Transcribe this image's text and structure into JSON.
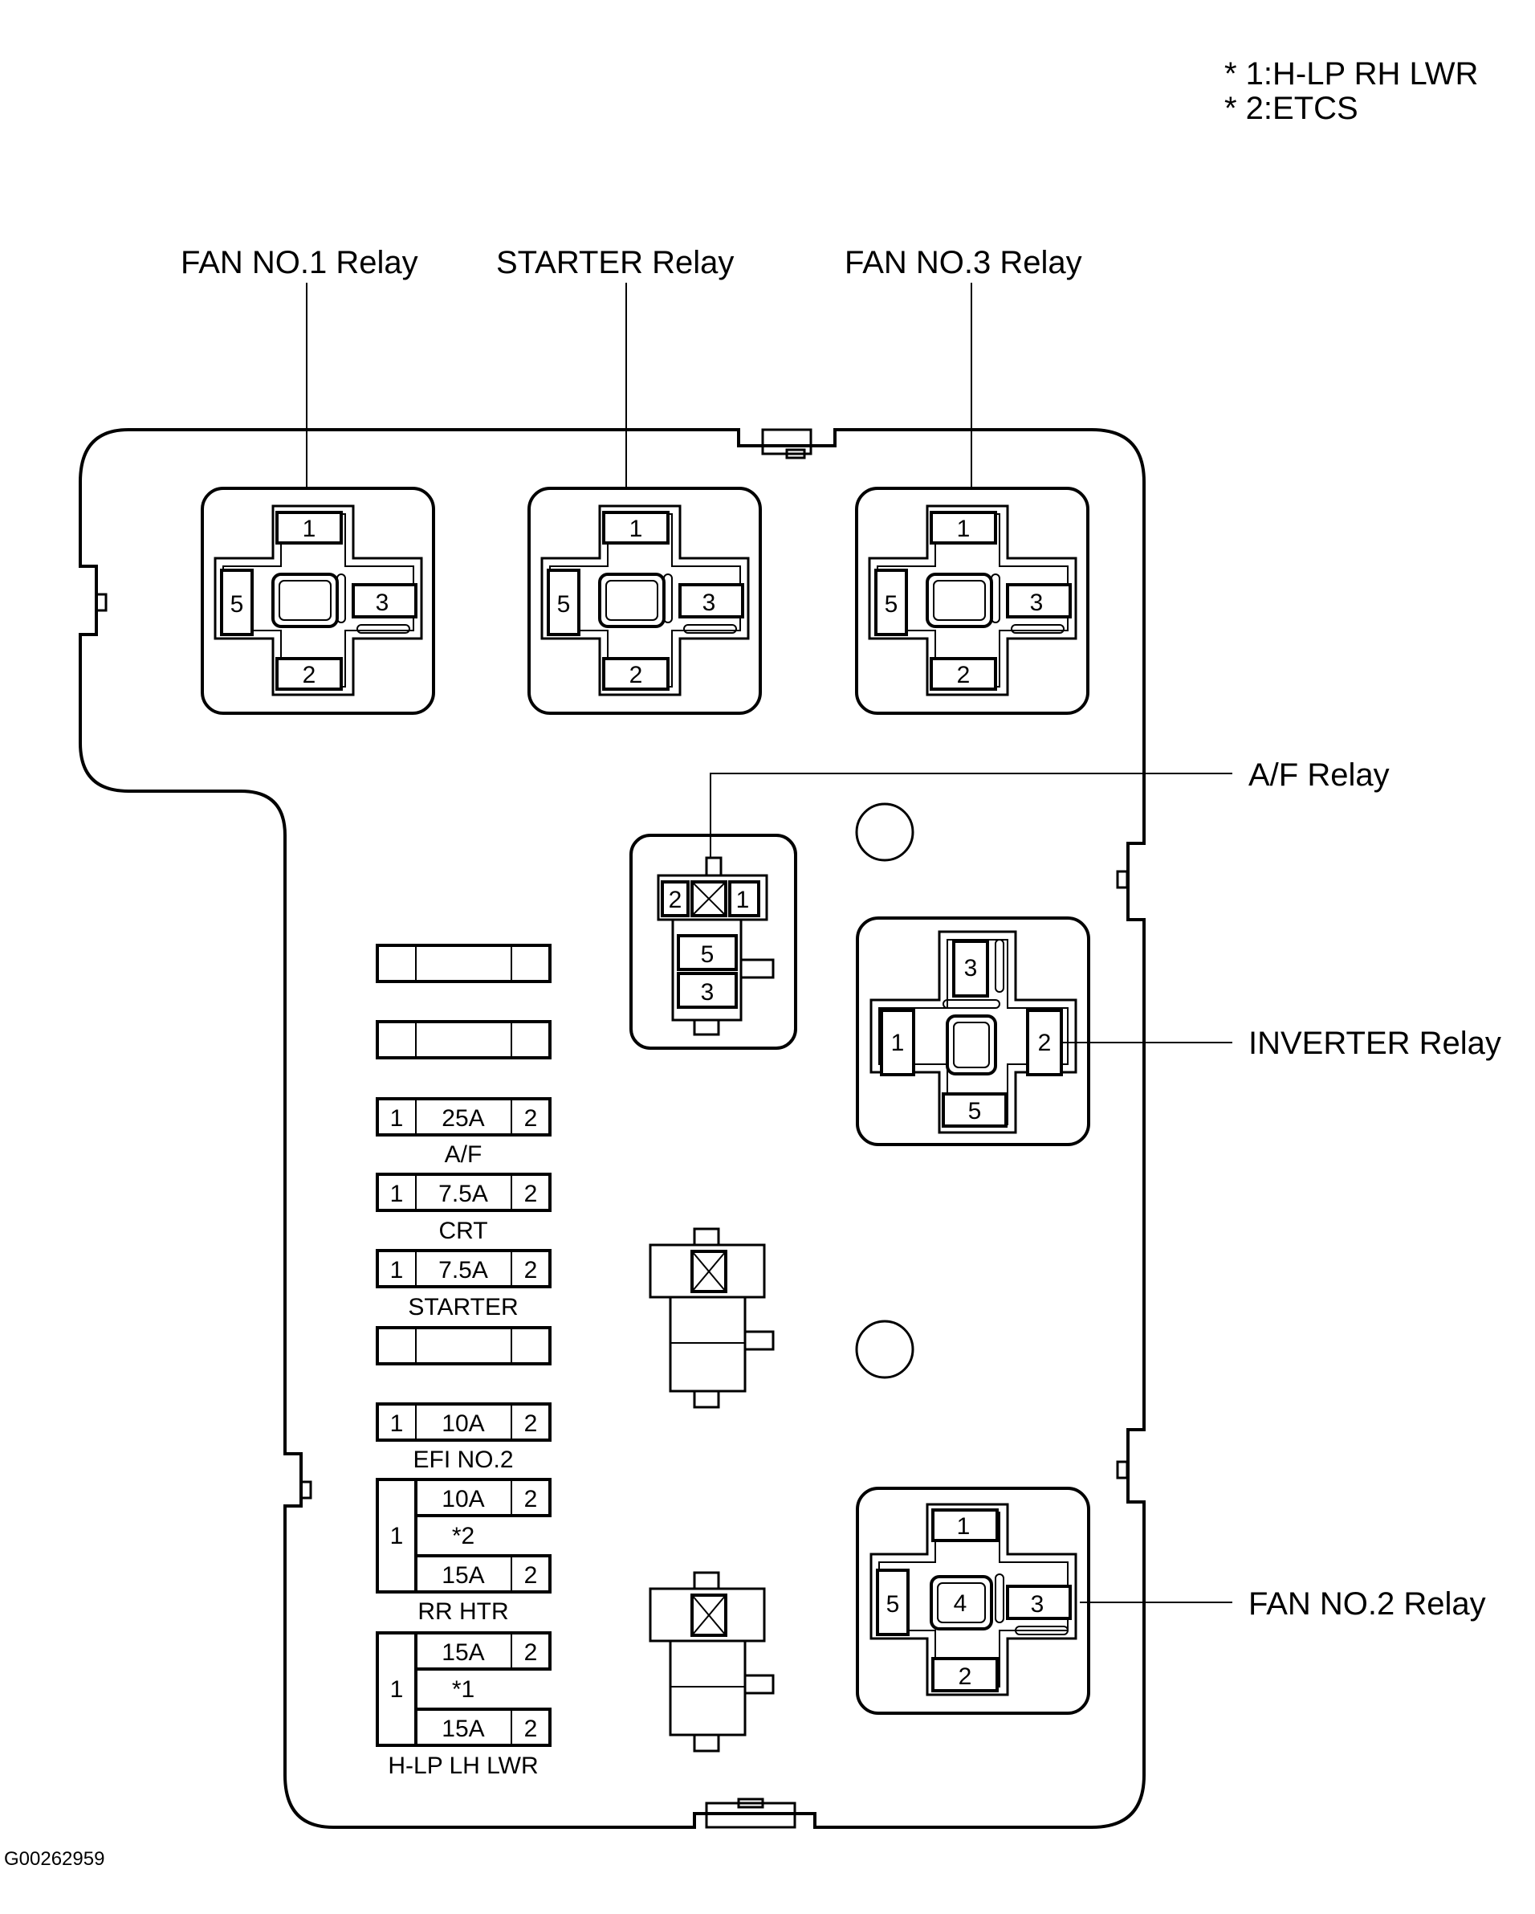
{
  "notes": [
    "* 1:H-LP RH LWR",
    "* 2:ETCS"
  ],
  "diagram_id": "G00262959",
  "relays": {
    "fan1": {
      "label": "FAN NO.1 Relay",
      "pins": [
        "1",
        "5",
        "3",
        "2"
      ]
    },
    "starter": {
      "label": "STARTER Relay",
      "pins": [
        "1",
        "5",
        "3",
        "2"
      ]
    },
    "fan3": {
      "label": "FAN NO.3 Relay",
      "pins": [
        "1",
        "5",
        "3",
        "2"
      ]
    },
    "af": {
      "label": "A/F Relay",
      "pins": [
        "2",
        "1",
        "5",
        "3"
      ]
    },
    "inverter": {
      "label": "INVERTER Relay",
      "pins": [
        "3",
        "1",
        "2",
        "5"
      ]
    },
    "fan2": {
      "label": "FAN NO.2 Relay",
      "pins": [
        "1",
        "5",
        "4",
        "3",
        "2"
      ]
    }
  },
  "fuses": {
    "af": {
      "rating": "25A",
      "name": "A/F",
      "pin1": "1",
      "pin2": "2"
    },
    "crt": {
      "rating": "7.5A",
      "name": "CRT",
      "pin1": "1",
      "pin2": "2"
    },
    "starter": {
      "rating": "7.5A",
      "name": "STARTER",
      "pin1": "1",
      "pin2": "2"
    },
    "efi2": {
      "rating": "10A",
      "name": "EFI NO.2",
      "pin1": "1",
      "pin2": "2"
    },
    "rrhtr": {
      "top_rating": "10A",
      "mid": "*2",
      "bottom_rating": "15A",
      "name": "RR HTR",
      "pin1": "1",
      "pin2a": "2",
      "pin2b": "2"
    },
    "hlp": {
      "top_rating": "15A",
      "mid": "*1",
      "bottom_rating": "15A",
      "name": "H-LP LH LWR",
      "pin1": "1",
      "pin2a": "2",
      "pin2b": "2"
    }
  }
}
